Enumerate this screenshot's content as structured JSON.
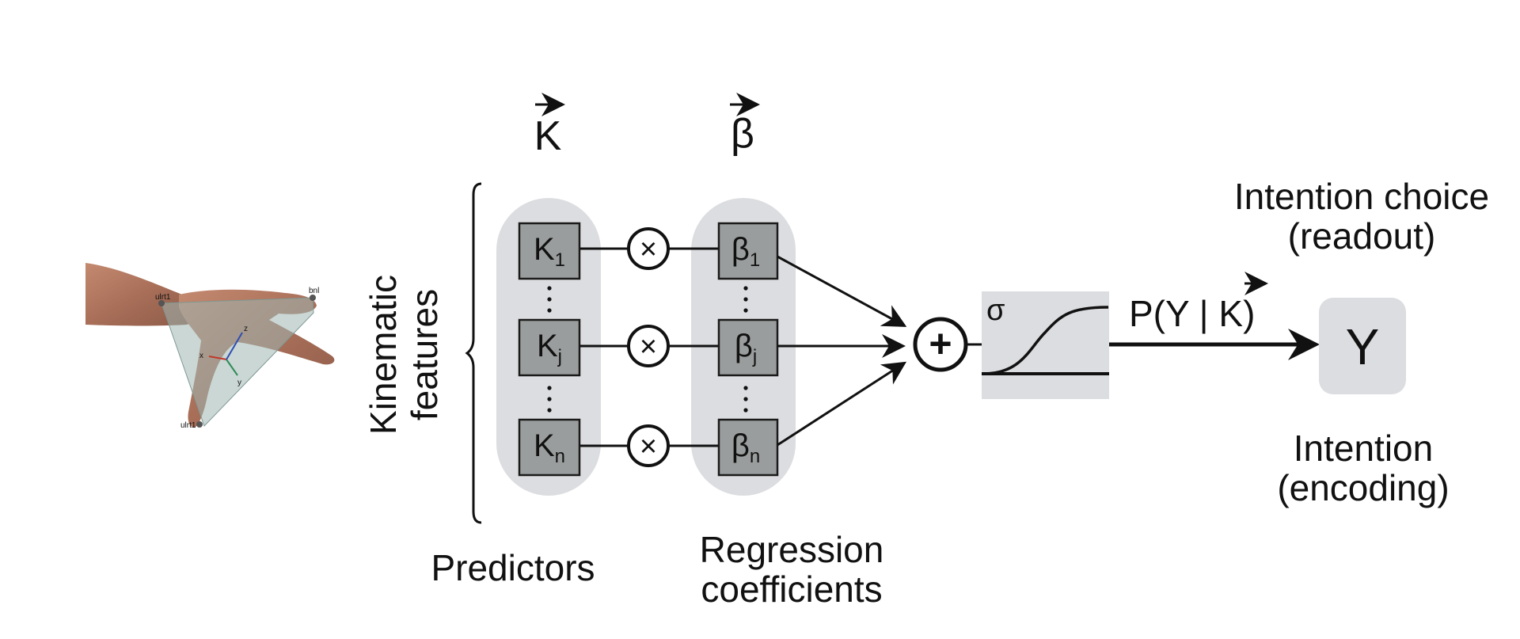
{
  "diagram": {
    "predictor_vector": "K",
    "coefficient_vector": "β",
    "predictors_label": "Predictors",
    "coefficients_label": [
      "Regression",
      "coefficients"
    ],
    "kinematic_label": [
      "Kinematic",
      "features"
    ],
    "predictors": [
      {
        "symbol": "K",
        "subscript": "1"
      },
      {
        "symbol": "K",
        "subscript": "j"
      },
      {
        "symbol": "K",
        "subscript": "n"
      }
    ],
    "coefficients": [
      {
        "symbol": "β",
        "subscript": "1"
      },
      {
        "symbol": "β",
        "subscript": "j"
      },
      {
        "symbol": "β",
        "subscript": "n"
      }
    ],
    "multiply_symbol": "×",
    "sum_symbol": "+",
    "sigmoid_symbol": "σ",
    "probability_prefix": "P(Y | ",
    "probability_vector": "K",
    "probability_suffix": ")",
    "output_symbol": "Y",
    "readout_label": [
      "Intention choice",
      "(readout)"
    ],
    "encoding_label": [
      "Intention",
      "(encoding)"
    ],
    "hand_markers": [
      "ulrt1",
      "bnl",
      "ulrt1"
    ],
    "hand_axes": [
      "x",
      "y",
      "z"
    ]
  }
}
